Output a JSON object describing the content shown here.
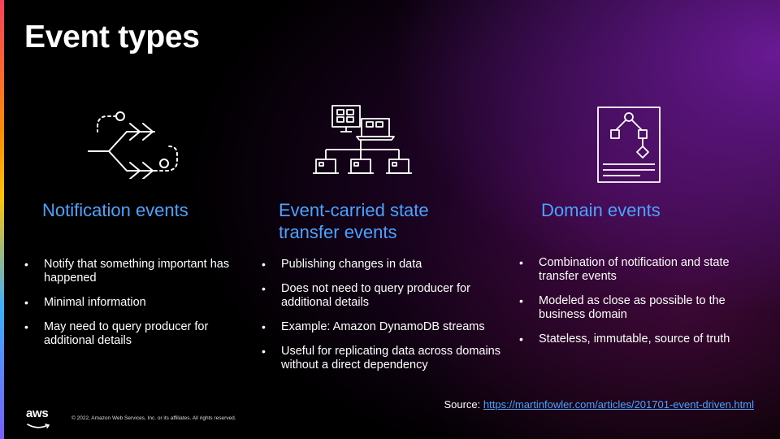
{
  "slide": {
    "title": "Event types"
  },
  "columns": [
    {
      "heading": "Notification events",
      "icon": "arrows-flow-icon",
      "bullets": [
        "Notify that something important has happened",
        "Minimal information",
        "May need to query producer for additional details"
      ]
    },
    {
      "heading": "Event-carried state transfer events",
      "icon": "network-replication-icon",
      "bullets": [
        "Publishing changes in data",
        "Does not need to query producer for additional details",
        "Example: Amazon DynamoDB streams",
        "Useful for replicating data across domains without a direct dependency"
      ]
    },
    {
      "heading": "Domain events",
      "icon": "document-flowchart-icon",
      "bullets": [
        "Combination of notification and state transfer events",
        "Modeled as close as possible to the business domain",
        "Stateless, immutable, source of truth"
      ]
    }
  ],
  "footer": {
    "source_label": "Source:",
    "source_link": "https://martinfowler.com/articles/201701-event-driven.html",
    "copyright": "© 2022, Amazon Web Services, Inc. or its affiliates. All rights reserved.",
    "logo_text": "aws",
    "logo_icon": "aws-smile-icon"
  },
  "colors": {
    "accent_blue": "#4aa3ff",
    "background": "#000000",
    "text": "#ffffff"
  }
}
